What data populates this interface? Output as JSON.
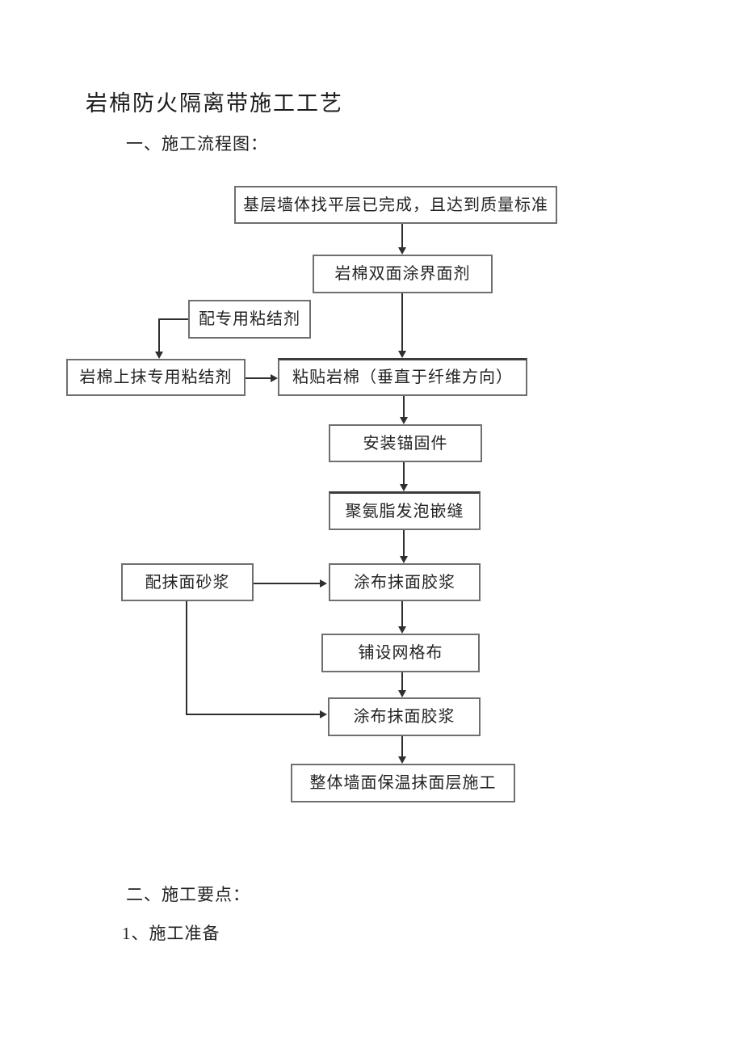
{
  "document": {
    "title": "岩棉防火隔离带施工工艺",
    "section_flowchart_heading": "一、施工流程图：",
    "section_points_heading": "二、施工要点：",
    "section_points_item1": "1、施工准备"
  },
  "flowchart": {
    "nodes": [
      {
        "id": "base-wall-leveling",
        "label": "基层墙体找平层已完成，且达到质量标准"
      },
      {
        "id": "interface-agent",
        "label": "岩棉双面涂界面剂"
      },
      {
        "id": "prepare-adhesive",
        "label": "配专用粘结剂"
      },
      {
        "id": "apply-adhesive-on-rockwool",
        "label": "岩棉上抹专用粘结剂"
      },
      {
        "id": "paste-rockwool",
        "label": "粘贴岩棉（垂直于纤维方向）"
      },
      {
        "id": "install-anchors",
        "label": "安装锚固件"
      },
      {
        "id": "polyurethane-foam-caulking",
        "label": "聚氨脂发泡嵌缝"
      },
      {
        "id": "prepare-facing-mortar",
        "label": "配抹面砂浆"
      },
      {
        "id": "apply-facing-plaster-1",
        "label": "涂布抹面胶浆"
      },
      {
        "id": "lay-mesh-cloth",
        "label": "铺设网格布"
      },
      {
        "id": "apply-facing-plaster-2",
        "label": "涂布抹面胶浆"
      },
      {
        "id": "overall-wall-insulation",
        "label": "整体墙面保温抹面层施工"
      }
    ]
  },
  "colors": {
    "ink": "#1f1f1f",
    "box_border": "#6f6f6f",
    "connector": "#2f2f2f",
    "background": "#ffffff"
  }
}
